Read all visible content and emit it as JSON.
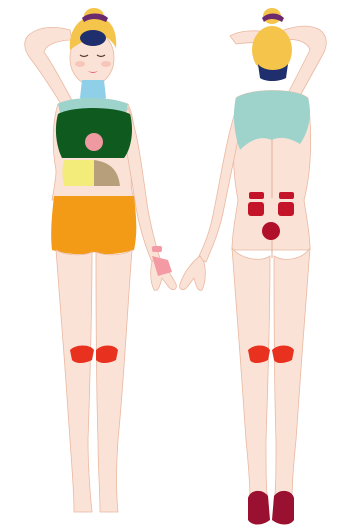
{
  "colors": {
    "background": "#ffffff",
    "skin": "#fbe2d6",
    "skin_shadow": "#f2c9b6",
    "hair": "#f5c44b",
    "hair_shadow": "#e0a93a",
    "headband": "#6b2a6e",
    "forehead_zone": "#1f2f6e",
    "neck_zone": "#8fd0e8",
    "shoulder_zone": "#9ed3cb",
    "chest_zone": "#0f5a1f",
    "stomach_zone": "#ef9aa1",
    "abdomen_yellow": "#f3ec7a",
    "abdomen_tan": "#b79f7c",
    "pelvis_zone": "#f39a16",
    "wrist_zone": "#f39aa5",
    "knee_zone": "#e8321f",
    "kidney_zone": "#c4142a",
    "sacrum_zone": "#b0102a",
    "foot_zone": "#9a1030",
    "lips": "#e46b74",
    "outline": "#e9b9a2"
  },
  "figures": [
    {
      "view": "front",
      "zones": [
        "forehead",
        "neck",
        "shoulders",
        "chest",
        "stomach",
        "abdomen",
        "pelvis",
        "wrist",
        "knees"
      ]
    },
    {
      "view": "back",
      "zones": [
        "neck",
        "upper-back",
        "kidneys",
        "sacrum",
        "knees",
        "heels"
      ]
    }
  ]
}
